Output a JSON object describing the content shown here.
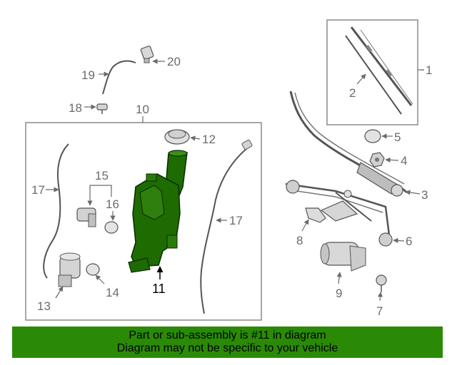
{
  "diagram": {
    "callouts": {
      "c1": "1",
      "c2": "2",
      "c3": "3",
      "c4": "4",
      "c5": "5",
      "c6": "6",
      "c7": "7",
      "c8": "8",
      "c9": "9",
      "c10": "10",
      "c11": "11",
      "c12": "12",
      "c13": "13",
      "c14": "14",
      "c15": "15",
      "c16": "16",
      "c17a": "17",
      "c17b": "17",
      "c18": "18",
      "c19": "19",
      "c20": "20"
    },
    "highlight_color": "#2a8a06",
    "part_fill_color": "#1e6b02"
  },
  "banner": {
    "line1": "Part or sub-assembly is #11 in diagram",
    "line2": "Diagram may not be specific to your vehicle",
    "background_color": "#2a8a06"
  }
}
